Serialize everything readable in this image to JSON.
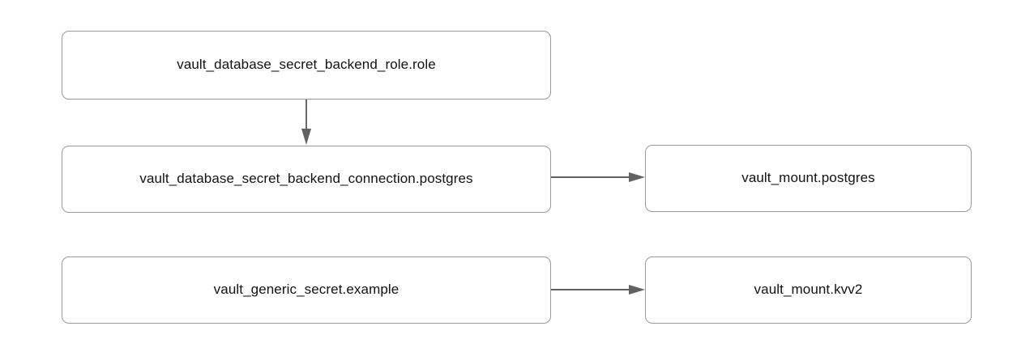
{
  "diagram": {
    "type": "dependency-graph",
    "background_color": "#ffffff",
    "node_border_color": "#9a9a9a",
    "node_fill_color": "#ffffff",
    "edge_color": "#616161",
    "label_color": "#121212",
    "nodes": [
      {
        "id": "role",
        "label": "vault_database_secret_backend_role.role"
      },
      {
        "id": "connection",
        "label": "vault_database_secret_backend_connection.postgres"
      },
      {
        "id": "mount_postgres",
        "label": "vault_mount.postgres"
      },
      {
        "id": "generic",
        "label": "vault_generic_secret.example"
      },
      {
        "id": "mount_kvv2",
        "label": "vault_mount.kvv2"
      }
    ],
    "edges": [
      {
        "from": "role",
        "to": "connection",
        "direction": "down"
      },
      {
        "from": "connection",
        "to": "mount_postgres",
        "direction": "right"
      },
      {
        "from": "generic",
        "to": "mount_kvv2",
        "direction": "right"
      }
    ]
  }
}
